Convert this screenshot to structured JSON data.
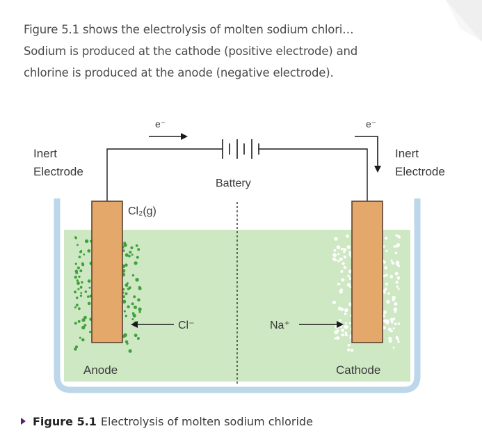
{
  "intro": {
    "line1": "Figure 5.1 shows the electrolysis of molten sodium chlori…",
    "line2": "Sodium is produced at the cathode (positive electrode) and",
    "line3": "chlorine is produced at the anode (negative electrode)."
  },
  "diagram": {
    "electron_left": "e⁻",
    "electron_right": "e⁻",
    "battery_label": "Battery",
    "left_electrode_label_1": "Inert",
    "left_electrode_label_2": "Electrode",
    "right_electrode_label_1": "Inert",
    "right_electrode_label_2": "Electrode",
    "gas_label": "Cl₂(g)",
    "chloride_ion": "Cl⁻",
    "sodium_ion": "Na⁺",
    "anode_label": "Anode",
    "cathode_label": "Cathode"
  },
  "colors": {
    "electrolyte": "#cfe8c4",
    "electrode": "#e4a96a",
    "beaker": "#bcd7ea",
    "chlorine_dots": "#3fa23a",
    "sodium_dots": "#ffffff",
    "caption_marker": "#5a1f6e"
  },
  "caption": {
    "label": "Figure 5.1",
    "text": "Electrolysis of molten sodium chloride"
  }
}
